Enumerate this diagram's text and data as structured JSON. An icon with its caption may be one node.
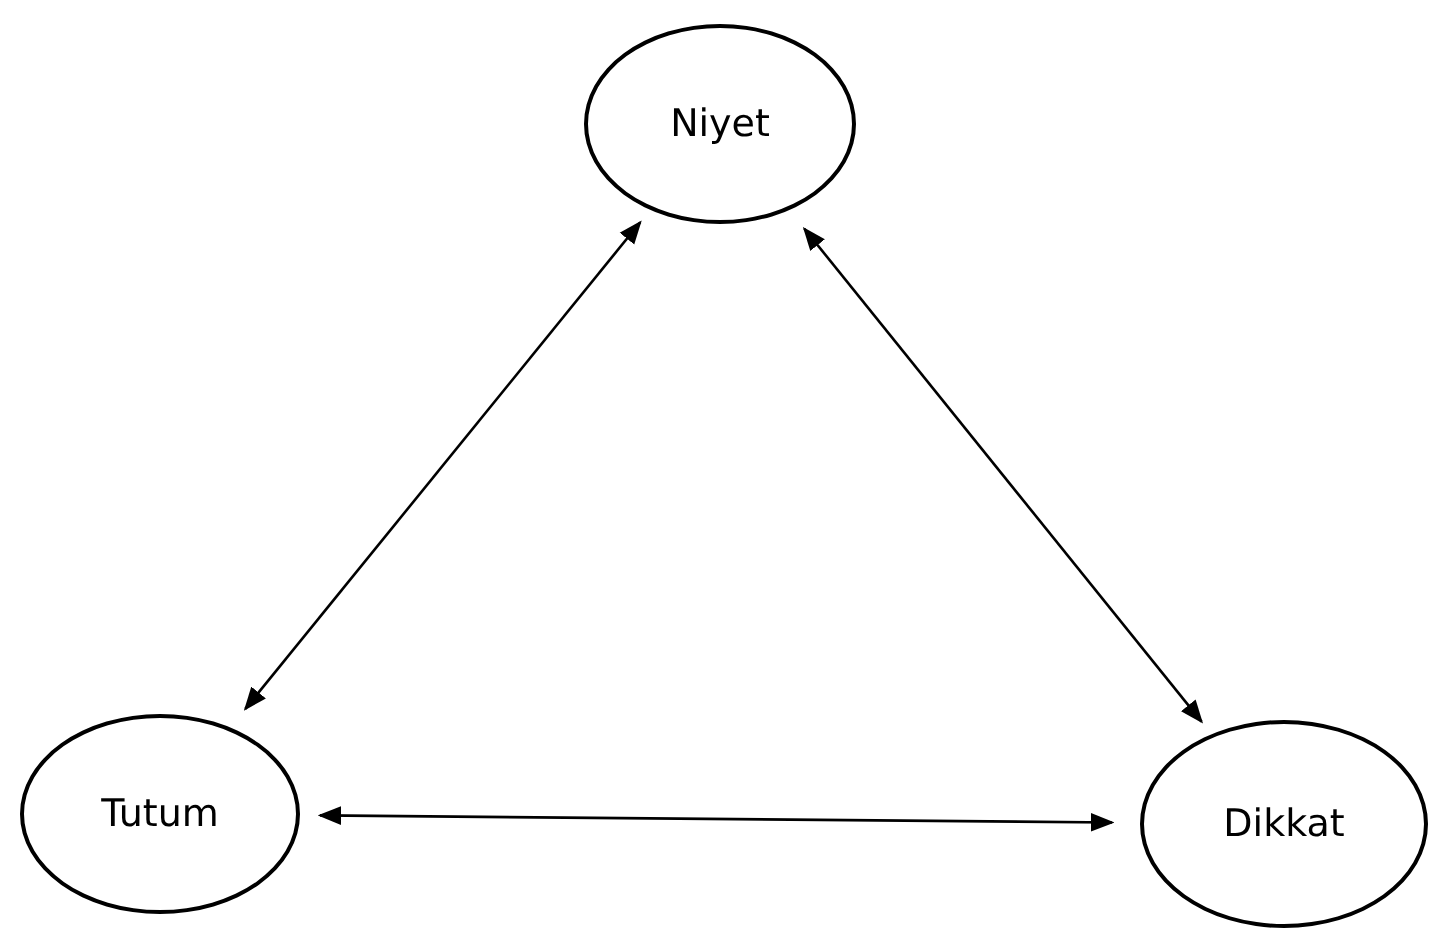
{
  "diagram": {
    "nodes": [
      {
        "text": [
          "Niyet"
        ]
      },
      {
        "text": [
          "Tutum"
        ]
      },
      {
        "text": [
          "Dikkat"
        ]
      }
    ],
    "edges": [
      {
        "from": 0,
        "to": 1,
        "arrow": "both"
      },
      {
        "from": 0,
        "to": 2,
        "arrow": "both"
      },
      {
        "from": 1,
        "to": 2,
        "arrow": "both"
      }
    ]
  }
}
